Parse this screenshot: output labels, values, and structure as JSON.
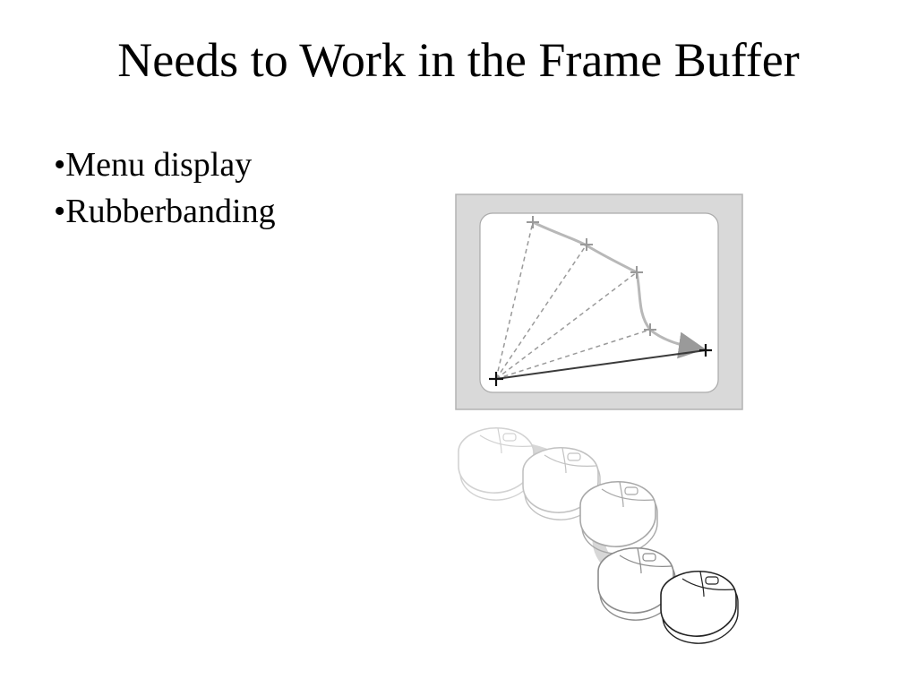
{
  "slide": {
    "title": "Needs to Work in the Frame Buffer",
    "bullets": [
      "•Menu display",
      "•Rubberbanding"
    ]
  },
  "illustration": {
    "screen_frame_color": "#d9d9d9",
    "screen_color": "#ffffff",
    "guide_line_color": "#9a9a9a",
    "final_line_color": "#3a3a3a",
    "mouse_stroke_faint": "#c8c8c8",
    "mouse_stroke_dark": "#222222",
    "path_arrow_color": "#cfcfcf",
    "icons": [
      "crosshair-marker-icon",
      "mouse-icon",
      "motion-arrow-icon"
    ]
  }
}
